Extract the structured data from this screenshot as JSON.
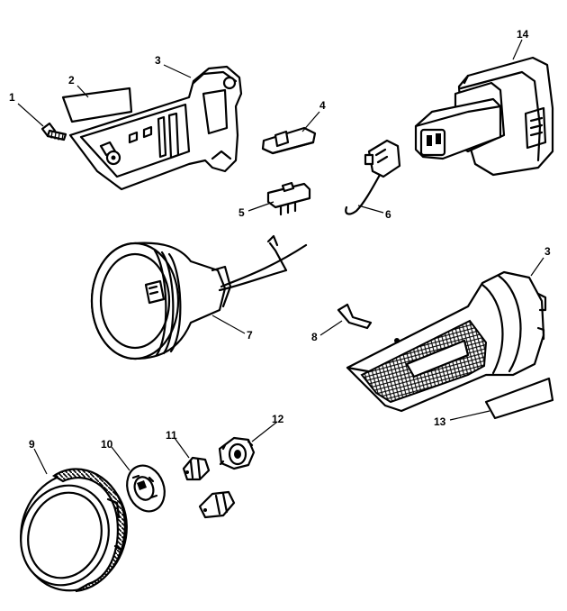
{
  "diagram": {
    "labels": {
      "p1": "1",
      "p2": "2",
      "p3a": "3",
      "p3b": "3",
      "p4": "4",
      "p5": "5",
      "p6": "6",
      "p7": "7",
      "p8": "8",
      "p9": "9",
      "p10": "10",
      "p11": "11",
      "p12": "12",
      "p13": "13",
      "p14": "14"
    }
  }
}
